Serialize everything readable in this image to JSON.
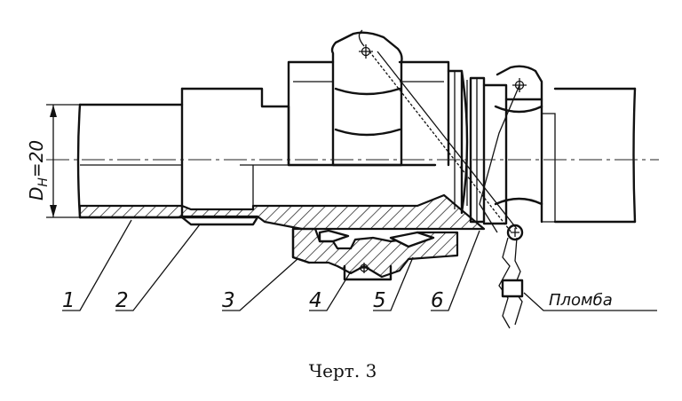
{
  "dimension": {
    "symbol": "D",
    "subscript": "H",
    "value": "=20"
  },
  "part_labels": [
    "1",
    "2",
    "3",
    "4",
    "5",
    "6"
  ],
  "seal_label": "Пломба",
  "caption": "Черт. 3"
}
